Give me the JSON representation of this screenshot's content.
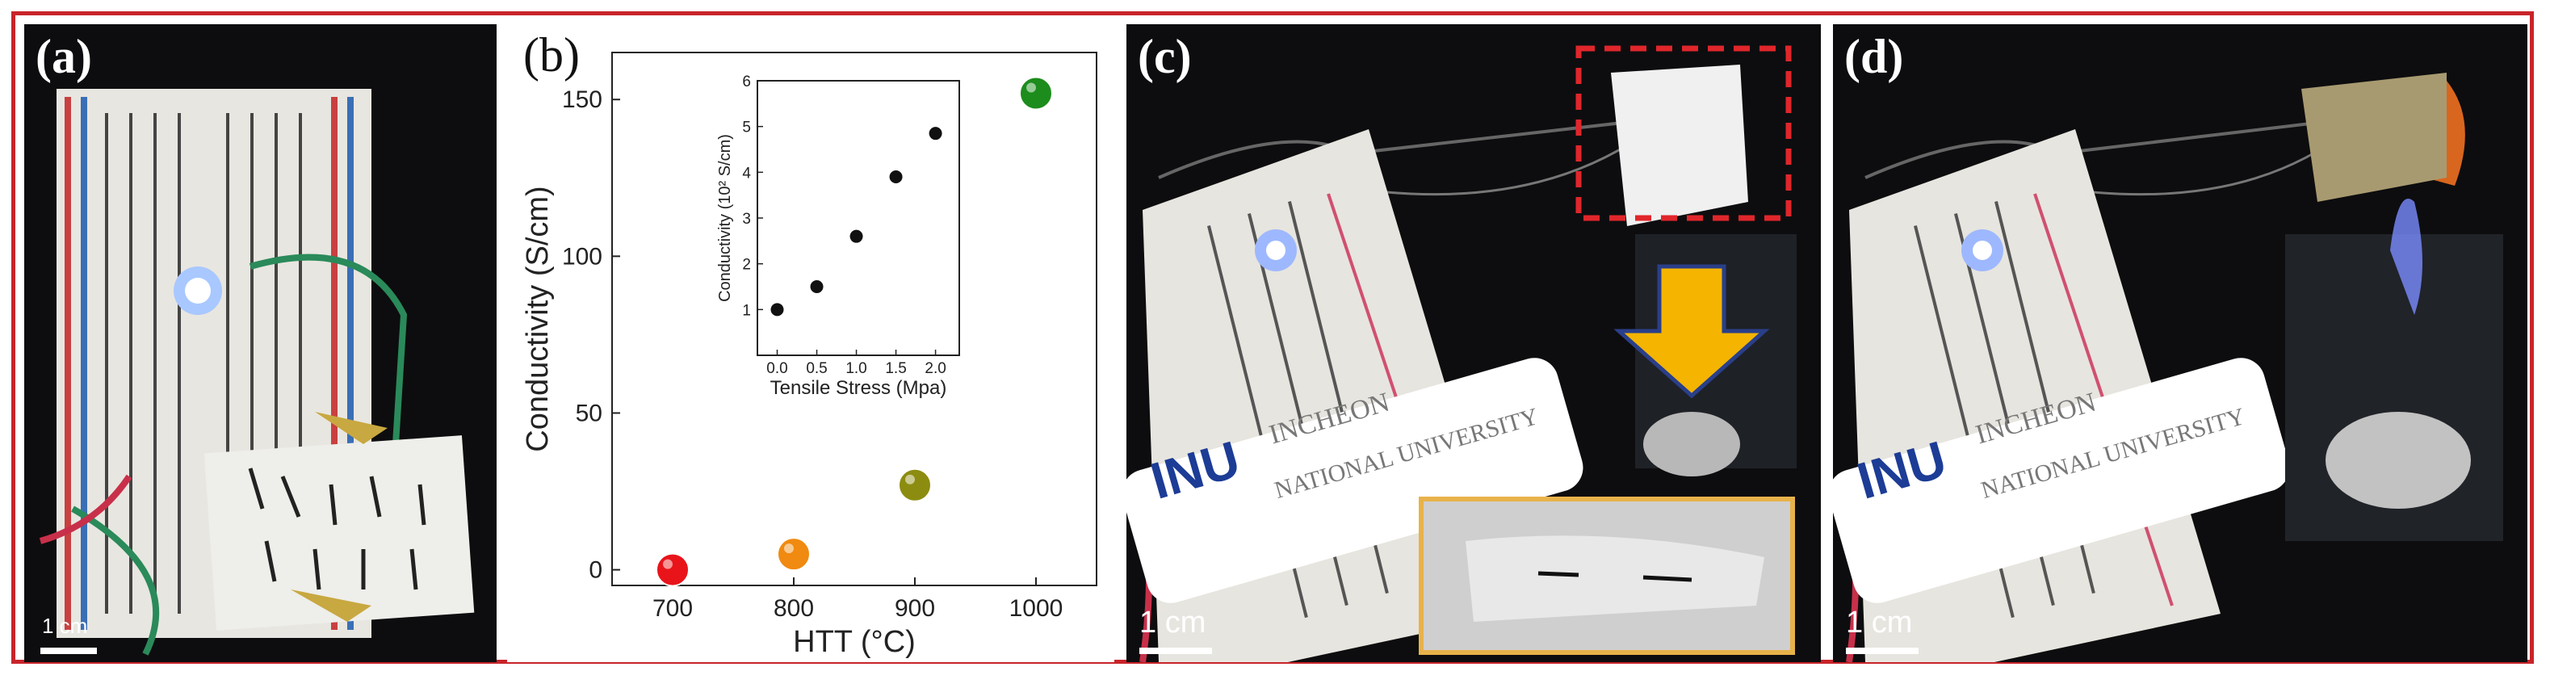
{
  "panels": {
    "a": {
      "label": "(a)",
      "scale": "1 cm"
    },
    "b": {
      "label": "(b)"
    },
    "c": {
      "label": "(c)",
      "scale": "1 cm",
      "sign_line1": "INCHEON",
      "sign_line2": "NATIONAL UNIVERSITY",
      "logo": "INU"
    },
    "d": {
      "label": "(d)",
      "scale": "1 cm",
      "sign_line1": "INCHEON",
      "sign_line2": "NATIONAL UNIVERSITY",
      "logo": "INU"
    }
  },
  "colors": {
    "frame": "#c8242a",
    "arrow": "#f4b400",
    "dashed_box": "#e0262b",
    "inset_border": "#e8b24a"
  },
  "chart_data": [
    {
      "type": "scatter",
      "xlabel": "HTT (°C)",
      "ylabel": "Conductivity (S/cm)",
      "xlim": [
        650,
        1050
      ],
      "ylim": [
        -5,
        165
      ],
      "xticks": [
        700,
        800,
        900,
        1000
      ],
      "yticks": [
        0,
        50,
        100,
        150
      ],
      "points": [
        {
          "x": 700,
          "y": 0,
          "color": "#e8141a"
        },
        {
          "x": 800,
          "y": 5,
          "color": "#f08a10"
        },
        {
          "x": 900,
          "y": 27,
          "color": "#8c8c10"
        },
        {
          "x": 1000,
          "y": 152,
          "color": "#1c8c1c"
        }
      ]
    },
    {
      "type": "scatter",
      "xlabel": "Tensile Stress (Mpa)",
      "ylabel": "Conductivity (10² S/cm)",
      "xlim": [
        -0.25,
        2.3
      ],
      "ylim": [
        0,
        6
      ],
      "xticks": [
        "0.0",
        "0.5",
        "1.0",
        "1.5",
        "2.0"
      ],
      "yticks": [
        "1",
        "2",
        "3",
        "4",
        "5",
        "6"
      ],
      "points": [
        {
          "x": 0.0,
          "y": 1.0
        },
        {
          "x": 0.5,
          "y": 1.5
        },
        {
          "x": 1.0,
          "y": 2.6
        },
        {
          "x": 1.5,
          "y": 3.9
        },
        {
          "x": 2.0,
          "y": 4.85
        }
      ]
    }
  ]
}
